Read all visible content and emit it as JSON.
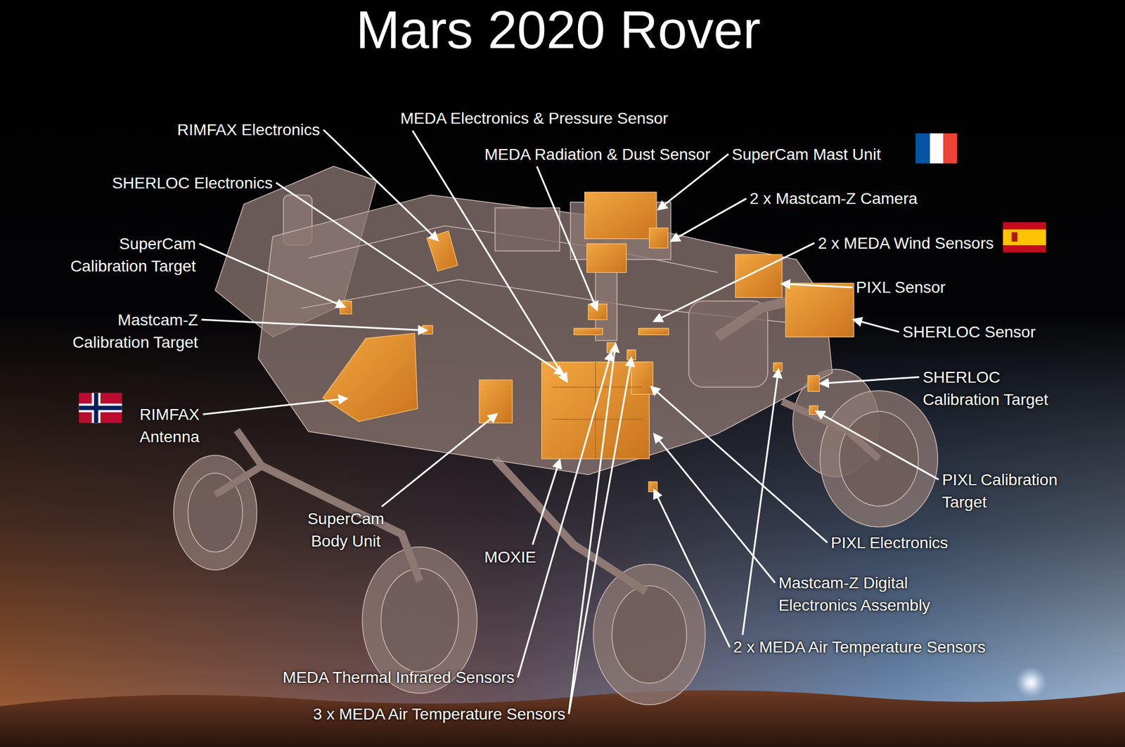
{
  "diagram": {
    "title": "Mars 2020 Rover",
    "labels": [
      "RIMFAX Electronics",
      "SHERLOC Electronics",
      "SuperCam Calibration Target",
      "Mastcam-Z Calibration Target",
      "RIMFAX Antenna",
      "MEDA Electronics & Pressure Sensor",
      "MEDA Radiation & Dust Sensor",
      "SuperCam Mast Unit",
      "2 x Mastcam-Z Camera",
      "2 x MEDA Wind Sensors",
      "PIXL Sensor",
      "SHERLOC Sensor",
      "SHERLOC Calibration Target",
      "PIXL Calibration Target",
      "PIXL Electronics",
      "Mastcam-Z Digital Electronics Assembly",
      "2 x MEDA Air Temperature Sensors",
      "MEDA Thermal Infrared Sensors",
      "3 x MEDA Air Temperature Sensors",
      "SuperCam Body Unit",
      "MOXIE"
    ]
  }
}
